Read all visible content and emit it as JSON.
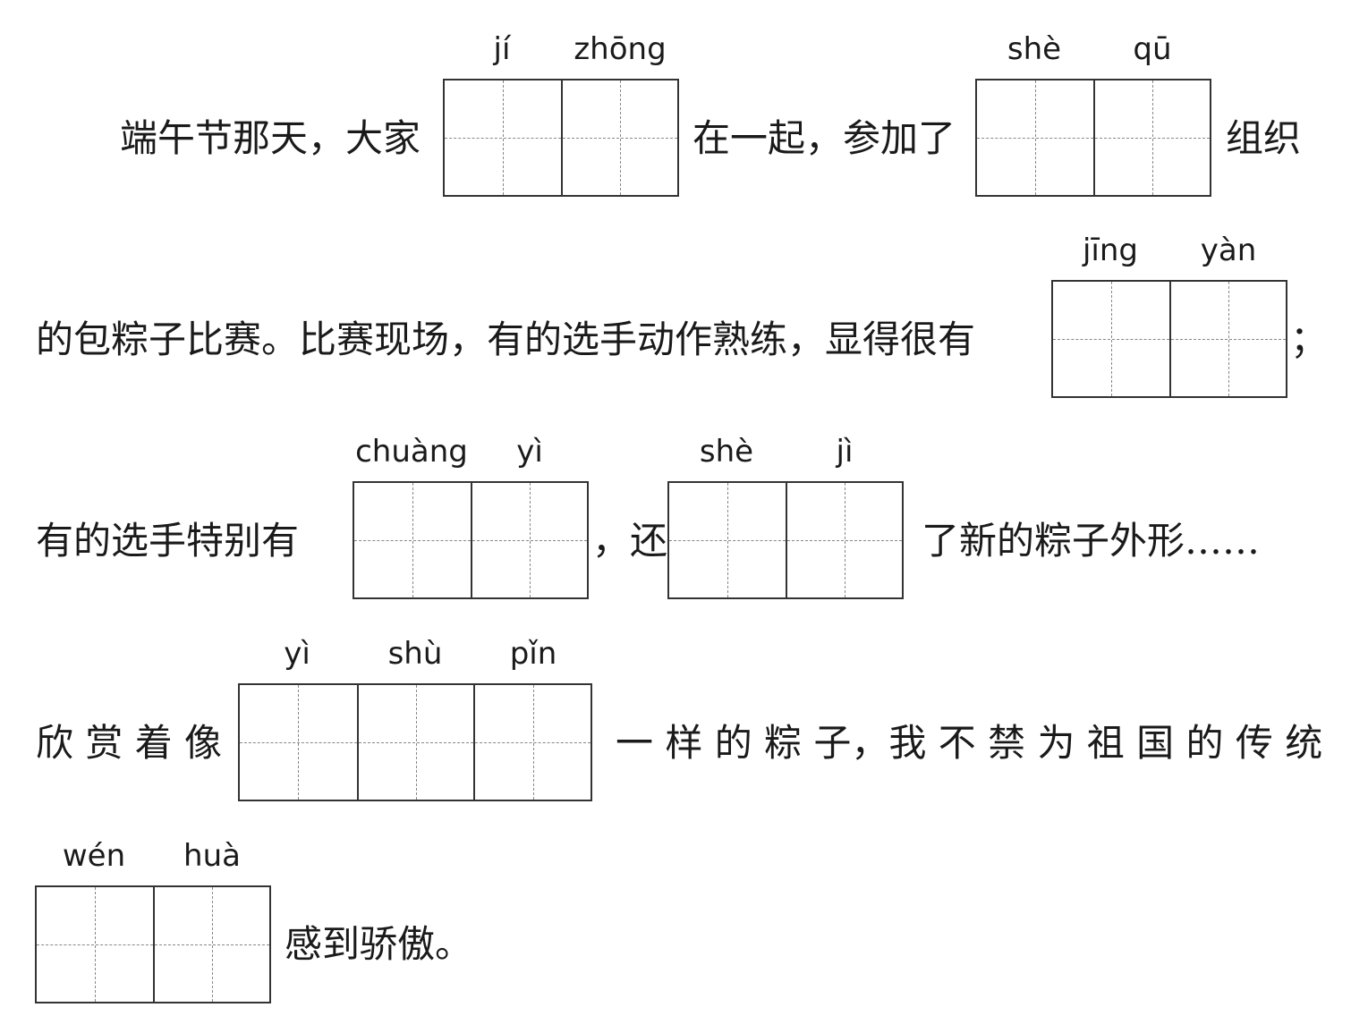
{
  "lines": [
    {
      "t1": "端午节那天，大家",
      "t2": "在一起，参加了",
      "t3": "组织"
    },
    {
      "t1": "的包粽子比赛。比赛现场，有的选手动作熟练，显得很有",
      "t2": "；"
    },
    {
      "t1": "有的选手特别有",
      "t2": "，还",
      "t3": "了新的粽子外形……"
    },
    {
      "t1": "欣 赏 着 像",
      "t2": "一 样 的 粽 子，我 不 禁 为 祖 国 的 传 统"
    },
    {
      "t1": "感到骄傲。"
    }
  ],
  "blanks": [
    {
      "pinyin": [
        "jí",
        "zhōng"
      ]
    },
    {
      "pinyin": [
        "shè",
        "qū"
      ]
    },
    {
      "pinyin": [
        "jīng",
        "yàn"
      ]
    },
    {
      "pinyin": [
        "chuàng",
        "yì"
      ]
    },
    {
      "pinyin": [
        "shè",
        "jì"
      ]
    },
    {
      "pinyin": [
        "yì",
        "shù",
        "pǐn"
      ]
    },
    {
      "pinyin": [
        "wén",
        "huà"
      ]
    }
  ]
}
